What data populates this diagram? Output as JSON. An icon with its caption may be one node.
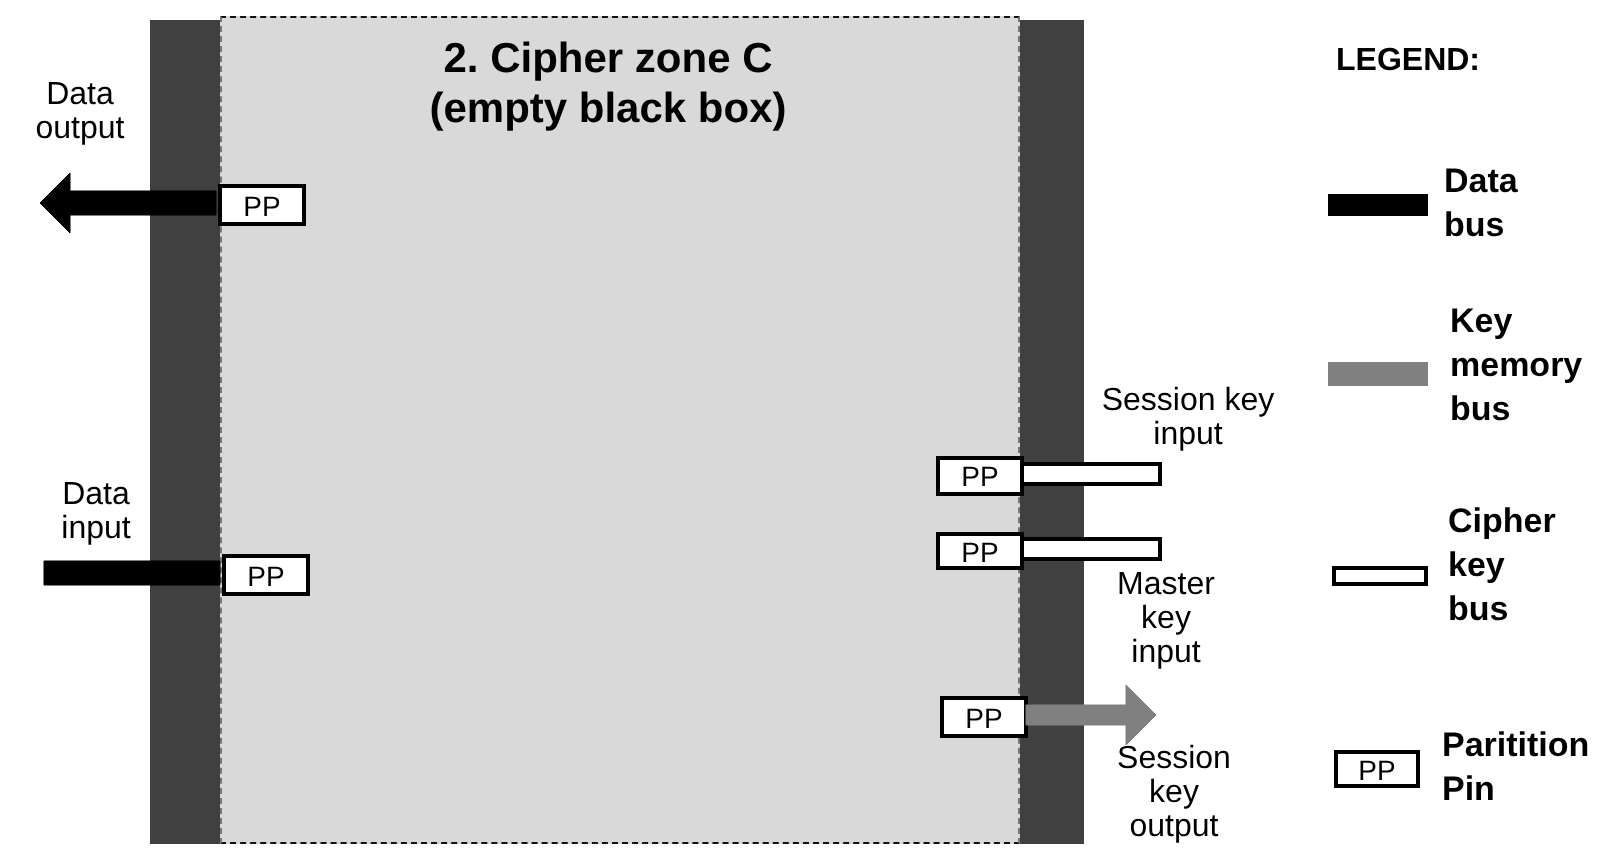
{
  "diagram": {
    "nodes": [
      {
        "text": [
          "2. Cipher zone C (empty black box)"
        ]
      },
      {
        "text": [
          "PP"
        ],
        "in": 0
      },
      {
        "text": [
          "PP"
        ],
        "in": 0
      },
      {
        "text": [
          "PP"
        ],
        "in": 0
      },
      {
        "text": [
          "PP"
        ],
        "in": 0
      },
      {
        "text": [
          "PP"
        ],
        "in": 0
      },
      {
        "text": [
          "PP"
        ]
      },
      {
        "text": [],
        "shape": "bar"
      },
      {
        "text": [],
        "shape": "bar"
      }
    ],
    "edges": [
      {
        "from": 1,
        "to": null,
        "arrow": "to",
        "label": "Data output",
        "style": "thick"
      },
      {
        "from": null,
        "to": 2,
        "arrow": "none",
        "label": "Data input",
        "style": "thick"
      },
      {
        "from": null,
        "to": 3,
        "arrow": "none",
        "label": "Session key input",
        "style": "thick",
        "color": "#ffffff"
      },
      {
        "from": null,
        "to": 4,
        "arrow": "none",
        "label": "Master key input",
        "style": "thick",
        "color": "#ffffff"
      },
      {
        "from": 5,
        "to": null,
        "arrow": "to",
        "label": "Session key output",
        "style": "thick",
        "color": "#808080"
      }
    ],
    "labels": [
      "LEGEND:"
    ],
    "legend": [
      {
        "text": "Data bus",
        "color": "#000000"
      },
      {
        "text": "Key memory bus",
        "color": "#808080"
      },
      {
        "text": "Cipher key bus",
        "color": "#ffffff"
      },
      {
        "text": "Paritition Pin"
      }
    ]
  }
}
